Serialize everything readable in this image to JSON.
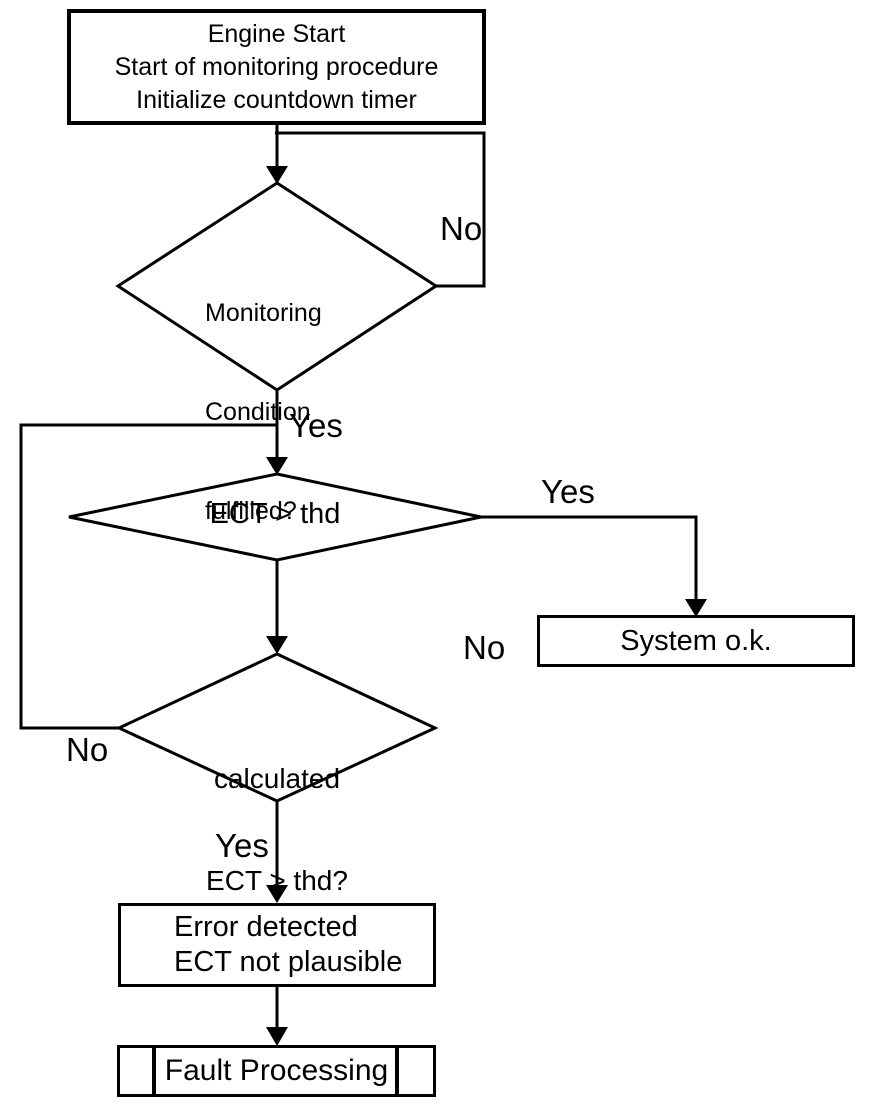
{
  "diagram": {
    "type": "flowchart",
    "background": "#ffffff",
    "line_color": "#000000",
    "text_color": "#000000",
    "nodes": {
      "engine_start": {
        "shape": "rectangle",
        "lines": [
          "Engine Start",
          "Start of monitoring procedure",
          "Initialize countdown timer"
        ]
      },
      "monitoring_condition": {
        "shape": "diamond",
        "lines": [
          "Monitoring",
          "Condition",
          "fulfilled?"
        ]
      },
      "ect_threshold": {
        "shape": "diamond",
        "label": "ECT > thd"
      },
      "system_ok": {
        "shape": "rectangle",
        "label": "System o.k."
      },
      "calculated_ect": {
        "shape": "diamond",
        "lines": [
          "calculated",
          "ECT > thd?"
        ]
      },
      "error_detected": {
        "shape": "rectangle",
        "lines": [
          "Error detected",
          "ECT not plausible"
        ]
      },
      "fault_processing": {
        "shape": "predefined-process",
        "label": "Fault Processing"
      }
    },
    "edge_labels": {
      "monitoring_no": "No",
      "monitoring_yes": "Yes",
      "ect_yes": "Yes",
      "ect_no": "No",
      "calculated_no": "No",
      "calculated_yes": "Yes"
    },
    "edges": [
      {
        "from": "engine_start",
        "to": "monitoring_condition",
        "label": ""
      },
      {
        "from": "monitoring_condition",
        "to": "monitoring_condition",
        "label": "No"
      },
      {
        "from": "monitoring_condition",
        "to": "ect_threshold",
        "label": "Yes"
      },
      {
        "from": "ect_threshold",
        "to": "system_ok",
        "label": "Yes"
      },
      {
        "from": "ect_threshold",
        "to": "calculated_ect",
        "label": "No"
      },
      {
        "from": "calculated_ect",
        "to": "ect_threshold",
        "label": "No"
      },
      {
        "from": "calculated_ect",
        "to": "error_detected",
        "label": "Yes"
      },
      {
        "from": "error_detected",
        "to": "fault_processing",
        "label": ""
      }
    ]
  }
}
